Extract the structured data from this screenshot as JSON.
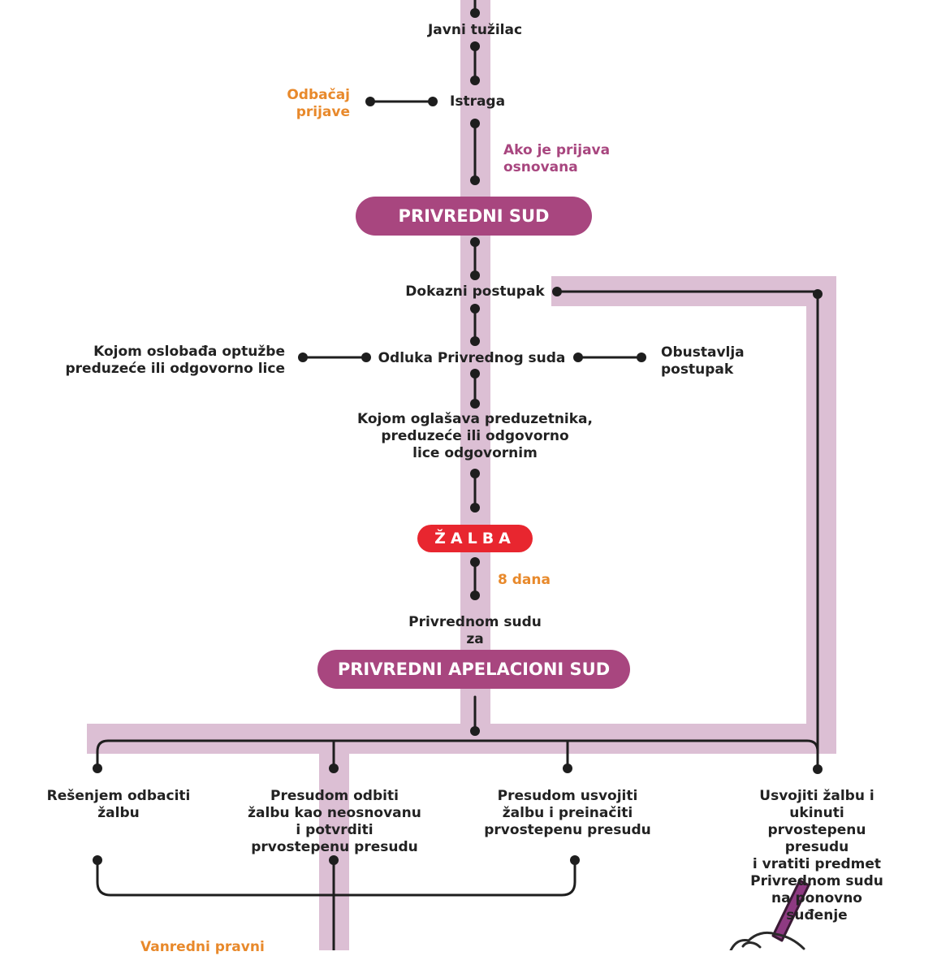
{
  "colors": {
    "track": "#dcbfd4",
    "connector": "#1e1e1e",
    "court": "#a8467f",
    "appeal": "#e8262f",
    "note_orange": "#e8892b",
    "note_purple": "#a8467f"
  },
  "nodes": {
    "prosecutor": "Javni tužilac",
    "dismissal": "Odbačaj\nprijave",
    "investigation": "Istraga",
    "if_founded": "Ako je prijava\nosnovana",
    "commercial_court": "PRIVREDNI SUD",
    "evidence_procedure": "Dokazni postupak",
    "acquittal": "Kojom oslobađa optužbe\npreduzeće ili odgovorno lice",
    "court_decision": "Odluka Privrednog suda",
    "discontinue": "Obustavlja\npostupak",
    "conviction": "Kojom oglašava preduzetnika,\npreduzeće ili odgovorno\nlice odgovornim",
    "appeal": "ŽALBA",
    "deadline": "8 dana",
    "to_court": "Privrednom sudu\nza",
    "appellate_court": "PRIVREDNI APELACIONI SUD",
    "outcome_reject": "Rešenjem odbaciti\nžalbu",
    "outcome_dismiss": "Presudom odbiti\nžalbu kao neosnovanu\ni potvrditi\nprvostepenu presudu",
    "outcome_uphold": "Presudom usvojiti\nžalbu i preinačiti\nprvostepenu presudu",
    "outcome_retrial": "Usvojiti žalbu i ukinuti\nprvostepenu presudu\ni vratiti predmet\nPrivrednom sudu\nna ponovno suđenje",
    "extraordinary": "Vanredni pravni"
  },
  "icons": {
    "hand": "hand-with-pen-icon"
  }
}
